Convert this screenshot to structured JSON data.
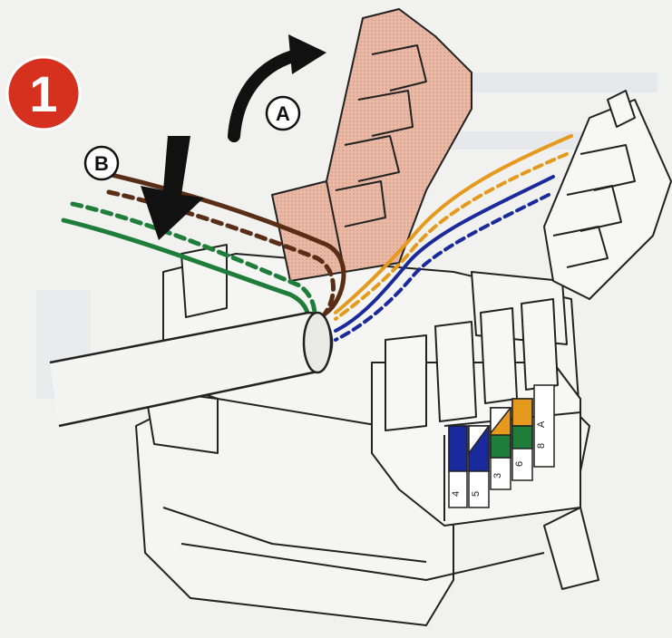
{
  "step": {
    "number": "1",
    "badge_color": "#d6301e"
  },
  "callouts": {
    "a": "A",
    "b": "B"
  },
  "pins": {
    "p4": "4",
    "p5": "5",
    "p3": "3",
    "p6": "6",
    "p8": "8",
    "pA": "A"
  },
  "wires": {
    "brown": "#5a2e16",
    "orange": "#e59a1e",
    "blue": "#1a2a9c",
    "green": "#1f7d3a"
  },
  "colors": {
    "cap": "#e7b7a3",
    "housing_line": "#222222",
    "cable": "#f4f4f2"
  }
}
